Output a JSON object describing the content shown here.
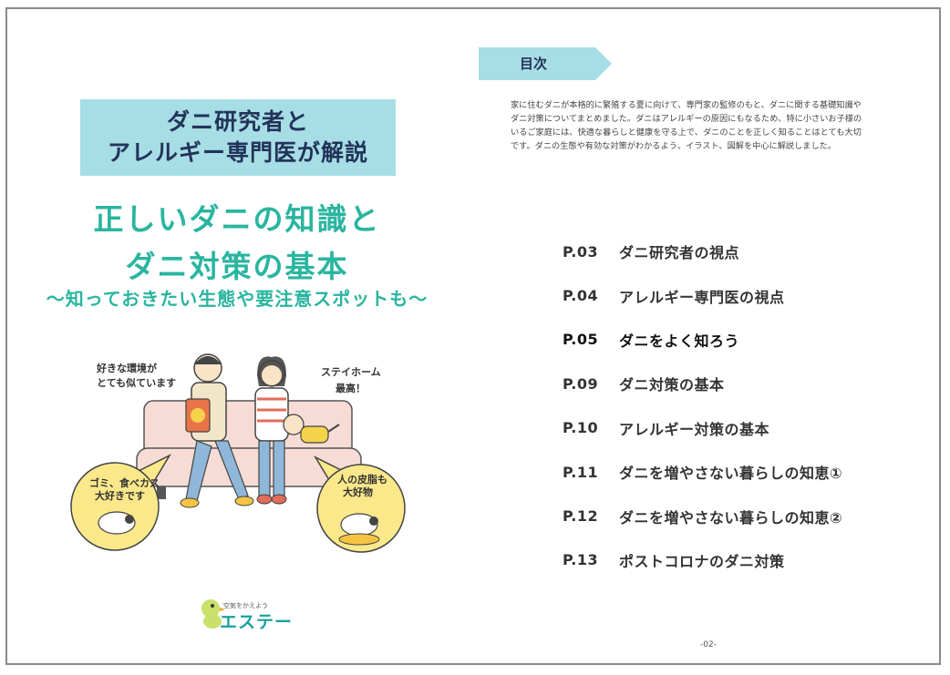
{
  "left_page": {
    "headline_lines": [
      "ダニ研究者と",
      "アレルギー専門医が解説"
    ],
    "main_title_lines": [
      "正しいダニの知識と",
      "ダニ対策の基本"
    ],
    "subtitle": "～知っておきたい生態や要注意スポットも～",
    "illustration": {
      "bubble_left_top": [
        "好きな環境が",
        "とても似ています"
      ],
      "bubble_right_top": [
        "ステイホーム",
        "最高！"
      ],
      "bubble_bottom_left": [
        "ゴミ、食べカス",
        "大好きです"
      ],
      "bubble_bottom_right": [
        "人の皮脂も",
        "大好物"
      ]
    },
    "logo": {
      "tagline": "空気をかえよう",
      "name": "エステー"
    }
  },
  "right_page": {
    "toc_heading": "目次",
    "intro_lines": [
      "家に住むダニが本格的に繁殖する夏に向けて、専門家の監修のもと、ダニに関する基礎知識や",
      "ダニ対策についてまとめました。ダニはアレルギーの原因にもなるため、特に小さいお子様の",
      "いるご家庭には、快適な暮らしと健康を守る上で、ダニのことを正しく知ることはとても大切",
      "です。ダニの生態や有効な対策がわかるよう、イラスト、図解を中心に解説しました。"
    ],
    "toc": [
      {
        "page": "P.03",
        "title": "ダニ研究者の視点"
      },
      {
        "page": "P.04",
        "title": "アレルギー専門医の視点"
      },
      {
        "page": "P.05",
        "title": "ダニをよく知ろう"
      },
      {
        "page": "P.09",
        "title": "ダニ対策の基本"
      },
      {
        "page": "P.10",
        "title": "アレルギー対策の基本"
      },
      {
        "page": "P.11",
        "title": "ダニを増やさない暮らしの知恵①"
      },
      {
        "page": "P.12",
        "title": "ダニを増やさない暮らしの知恵②"
      },
      {
        "page": "P.13",
        "title": "ポストコロナのダニ対策"
      }
    ],
    "page_number": "-02-"
  },
  "colors": {
    "headline_bg": "#a7dde4",
    "headline_text": "#22335a",
    "title_green": "#2ab5a0",
    "logo_teal": "#1aa0a0",
    "bubble_yellow": "#fbe88a",
    "border_gray": "#8a8a8a"
  }
}
